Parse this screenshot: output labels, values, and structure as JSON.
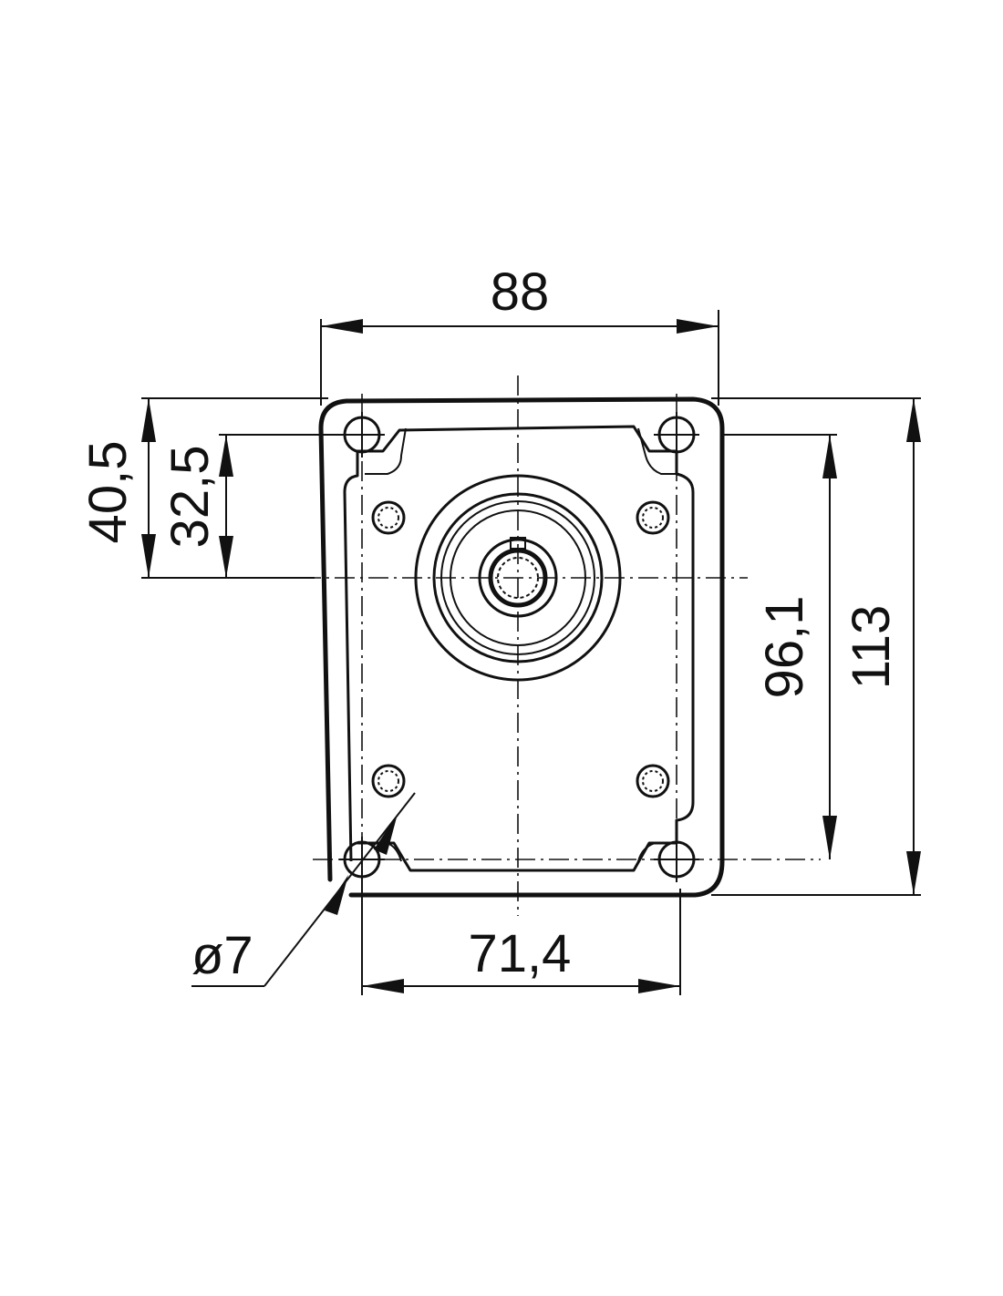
{
  "drawing": {
    "dimensions": {
      "overall_width": "88",
      "overall_height": "113",
      "hole_spacing_horizontal": "71,4",
      "hole_spacing_vertical": "96,1",
      "top_to_center": "40,5",
      "hole_to_center": "32,5",
      "hole_diameter": "ø7"
    }
  }
}
